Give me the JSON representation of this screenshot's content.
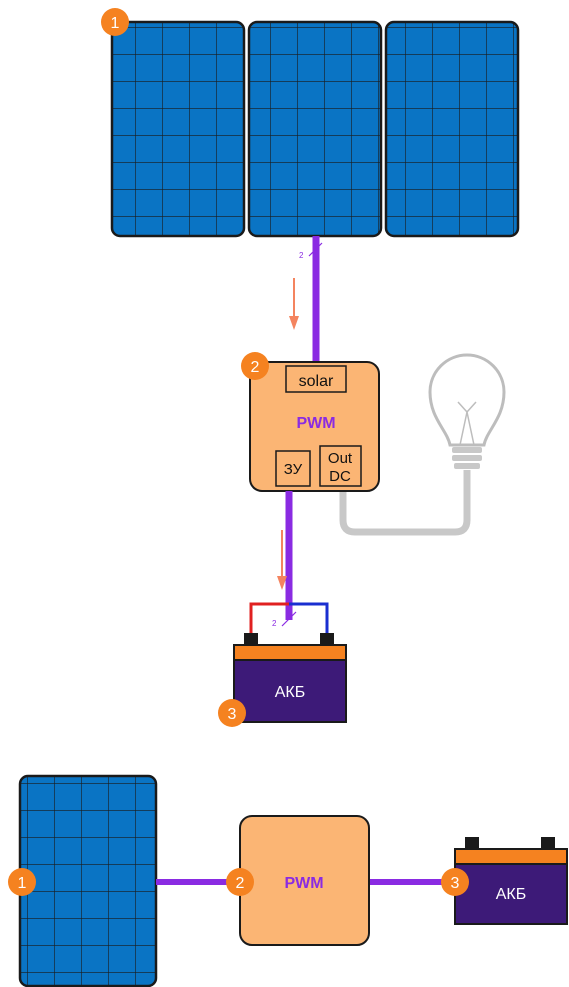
{
  "diagram_top": {
    "badges": [
      "1",
      "2",
      "3"
    ],
    "wire_count_solar": "2",
    "wire_count_battery": "2",
    "controller": {
      "port_solar": "solar",
      "title": "PWM",
      "port_charger": "ЗУ",
      "port_out": [
        "Out",
        "DC"
      ]
    },
    "battery_label": "АКБ",
    "load_icon": "light-bulb-icon"
  },
  "diagram_bottom": {
    "badges": [
      "1",
      "2",
      "3"
    ],
    "controller_title": "PWM",
    "battery_label": "АКБ"
  },
  "colors": {
    "panel_fill": "#0a74c4",
    "panel_border": "#1a1a1a",
    "wire": "#8a2be2",
    "controller_fill": "#fbb574",
    "badge": "#f58220",
    "battery_body": "#3d1a78",
    "battery_top": "#f58220",
    "flow_arrow": "#f4845f",
    "load_wire": "#c8c8c8",
    "plus": "#e02020",
    "minus": "#1a2fd0"
  }
}
